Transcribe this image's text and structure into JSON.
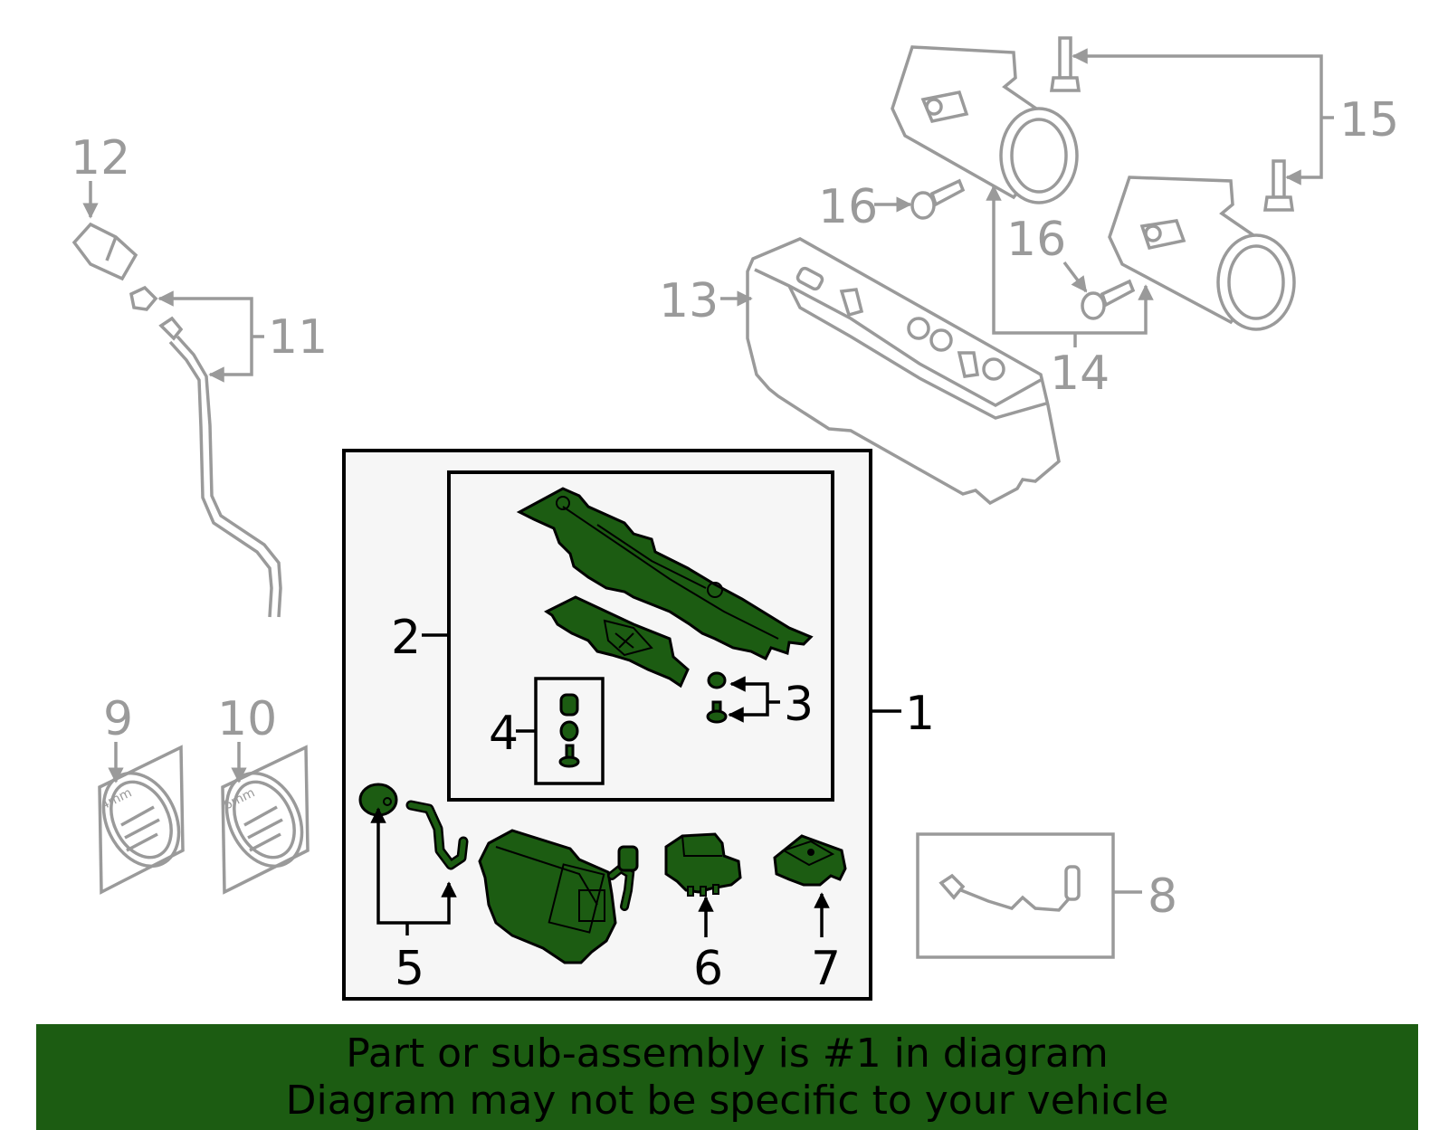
{
  "callouts": {
    "c1": "1",
    "c2": "2",
    "c3": "3",
    "c4": "4",
    "c5": "5",
    "c6": "6",
    "c7": "7",
    "c8": "8",
    "c9": "9",
    "c10": "10",
    "c11": "11",
    "c12": "12",
    "c13": "13",
    "c14": "14",
    "c15": "15",
    "c16a": "16",
    "c16b": "16"
  },
  "stickers": {
    "sticker_9": "4mm",
    "sticker_10": "6mm"
  },
  "banner": {
    "line1": "Part or sub-assembly is #1 in diagram",
    "line2": "Diagram may not be specific to your vehicle"
  },
  "colors": {
    "highlight_green": "#1c5c12",
    "context_gray": "#9a9a9a",
    "frame_black": "#000000",
    "panel_fill": "#f6f6f6"
  }
}
